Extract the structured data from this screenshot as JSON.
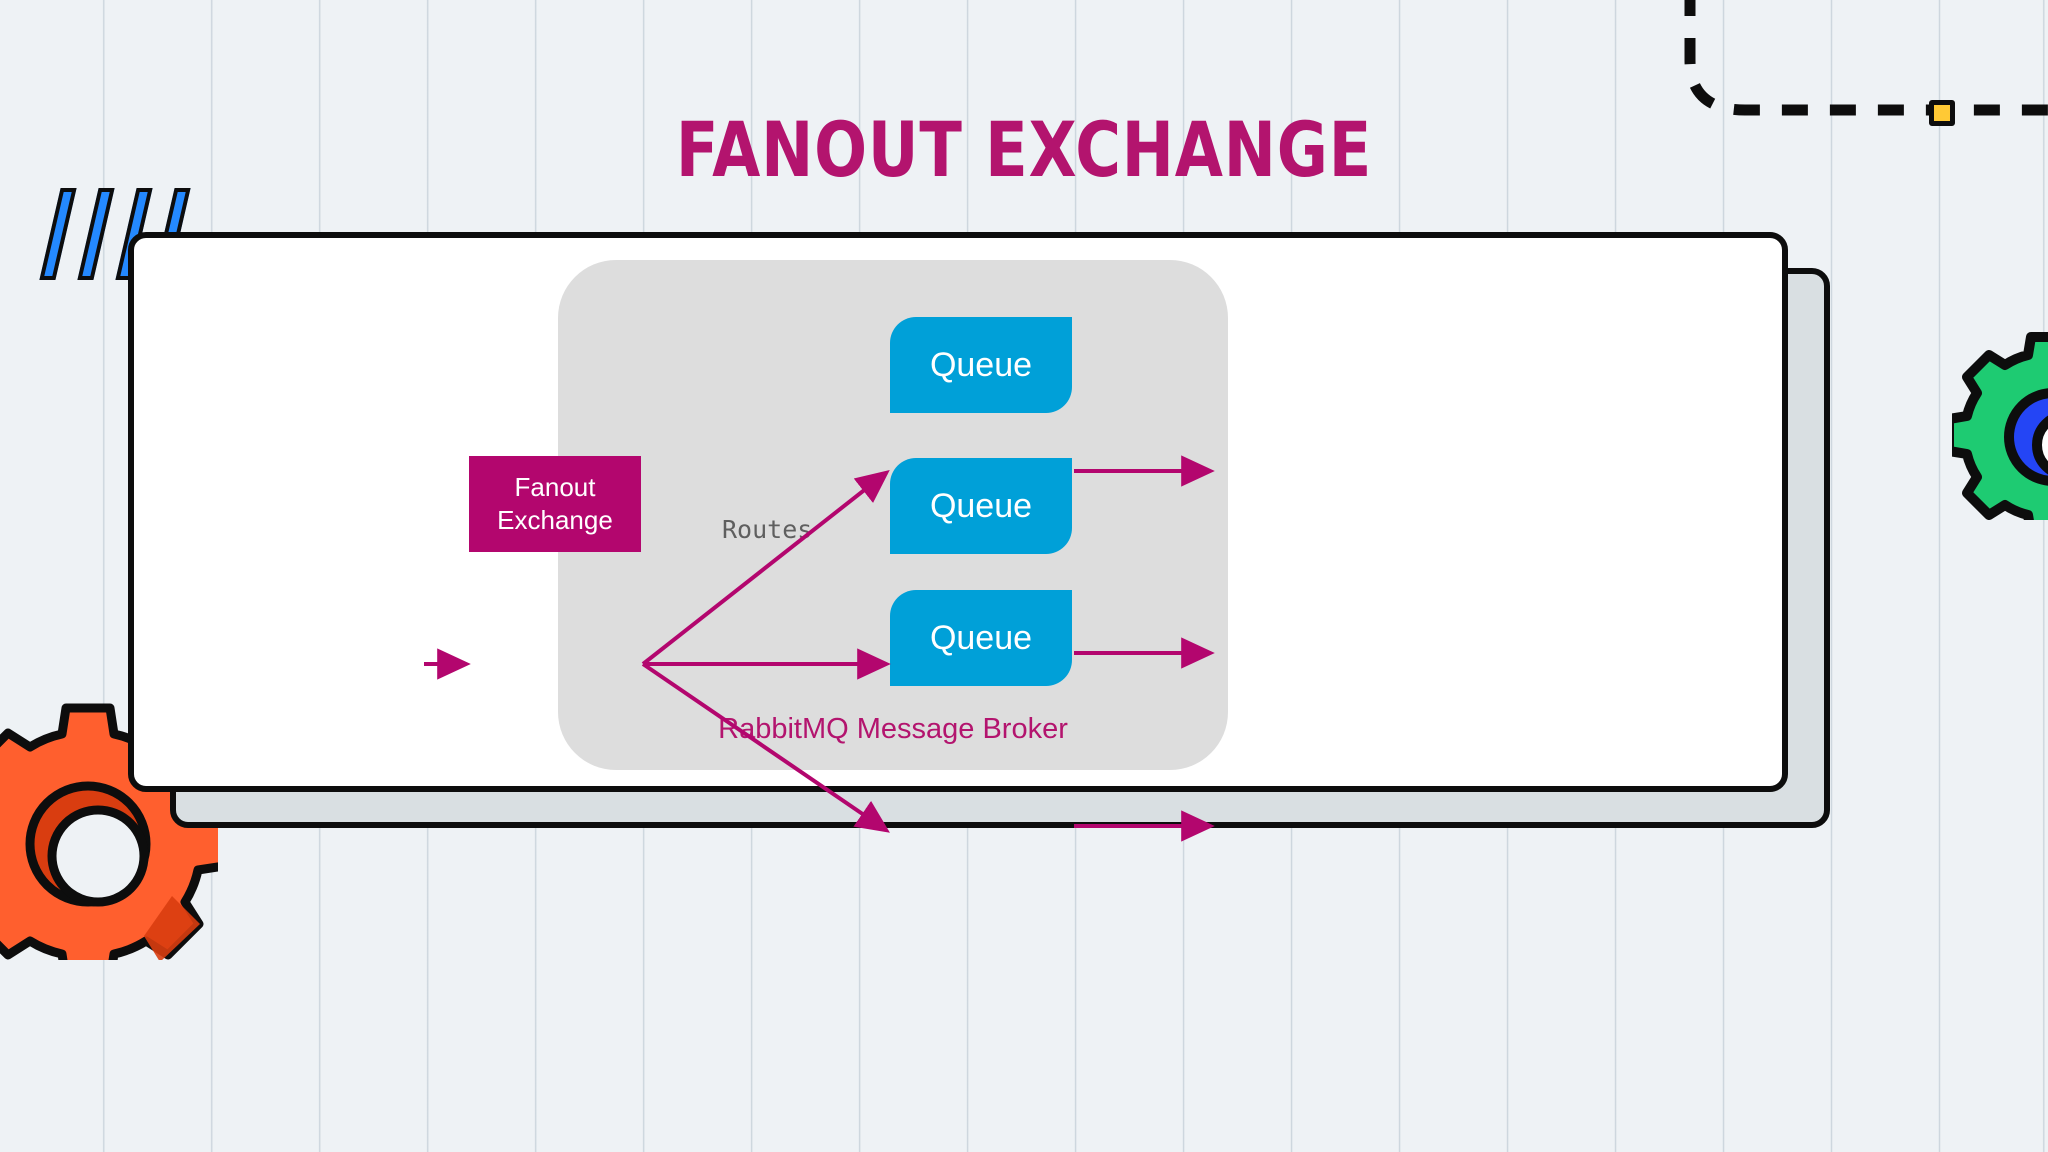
{
  "page": {
    "title": "FANOUT EXCHANGE",
    "background_color": "#eef2f5"
  },
  "colors": {
    "accent_magenta": "#b3066e",
    "title_magenta": "#b3146e",
    "queue_blue": "#00a0d8",
    "broker_panel_gray": "#dddddd",
    "card_white": "#ffffff",
    "card_border_black": "#0d0d0d",
    "card_shadow_gray": "#d9dfe2",
    "gear_orange": "#ff5f2e",
    "gear_orange_dark": "#d93d10",
    "gear_green": "#1ecb72",
    "gear_blue": "#2445f5",
    "slash_blue": "#2489ff",
    "node_yellow": "#ffc935",
    "routes_gray": "#5f5f5f"
  },
  "diagram": {
    "broker": {
      "label": "RabbitMQ Message Broker"
    },
    "exchange": {
      "name": "fanout-exchange",
      "line1": "Fanout",
      "line2": "Exchange"
    },
    "routes_label": "Routes",
    "queues": [
      {
        "label": "Queue"
      },
      {
        "label": "Queue"
      },
      {
        "label": "Queue"
      }
    ]
  },
  "decorations": {
    "dashed_path": "dashed-connector",
    "dashed_node": "yellow-square-node",
    "slashes": [
      "slash-1",
      "slash-2",
      "slash-3",
      "slash-4"
    ],
    "gear_left": "orange-gear",
    "gear_right": "green-gear"
  }
}
